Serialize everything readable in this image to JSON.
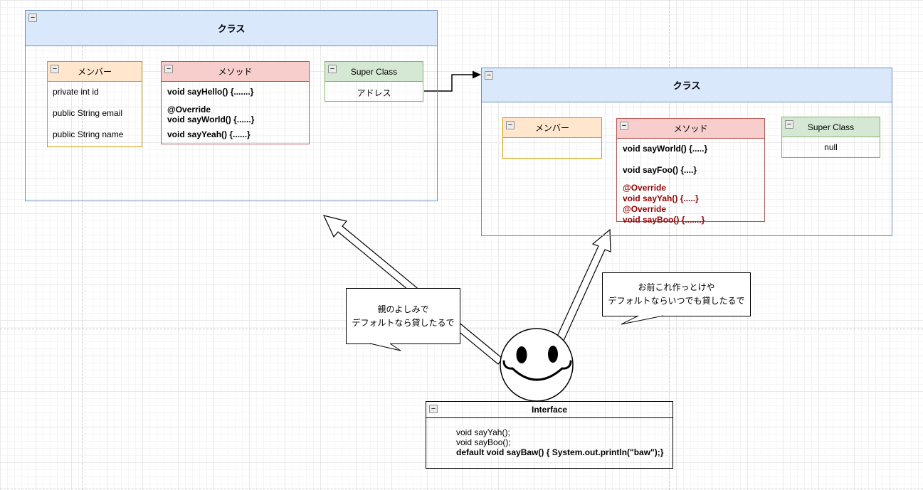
{
  "diagram": {
    "left_class": {
      "title": "クラス",
      "members": {
        "title": "メンバー",
        "items": [
          "private int id",
          "public String email",
          "public String name"
        ]
      },
      "methods": {
        "title": "メソッド",
        "lines": [
          "void sayHello() {.......}",
          "@Override",
          "void sayWorld() {......}",
          "void sayYeah() {......}"
        ]
      },
      "super_class": {
        "title": "Super Class",
        "value": "アドレス"
      }
    },
    "right_class": {
      "title": "クラス",
      "members": {
        "title": "メンバー"
      },
      "methods": {
        "title": "メソッド",
        "lines": [
          "void sayWorld() {.....}",
          "void sayFoo() {....}",
          "@Override",
          "void sayYah() {.....}",
          "@Override",
          "void sayBoo() {.......}"
        ]
      },
      "super_class": {
        "title": "Super Class",
        "value": "null"
      }
    },
    "interface_box": {
      "title": "Interface",
      "lines": [
        "void sayYah();",
        "void sayBoo();",
        "default void sayBaw() { System.out.println(\"baw\");}"
      ]
    },
    "callouts": {
      "left": {
        "line1": "親のよしみで",
        "line2": "デフォルトなら貸したるで"
      },
      "right": {
        "line1": "お前これ作っとけや",
        "line2": "デフォルトならいつでも貸したるで"
      }
    },
    "icons": {
      "collapse": "−"
    },
    "colors": {
      "class_header_fill": "#dae8fc",
      "class_border": "#6c8ebf",
      "member_fill": "#ffe6cc",
      "member_border": "#d79b00",
      "method_fill": "#f8cecc",
      "method_border": "#b85450",
      "super_fill": "#d5e8d4",
      "super_border": "#82b366",
      "override_text": "#990000",
      "shape_stroke": "#000000"
    }
  }
}
